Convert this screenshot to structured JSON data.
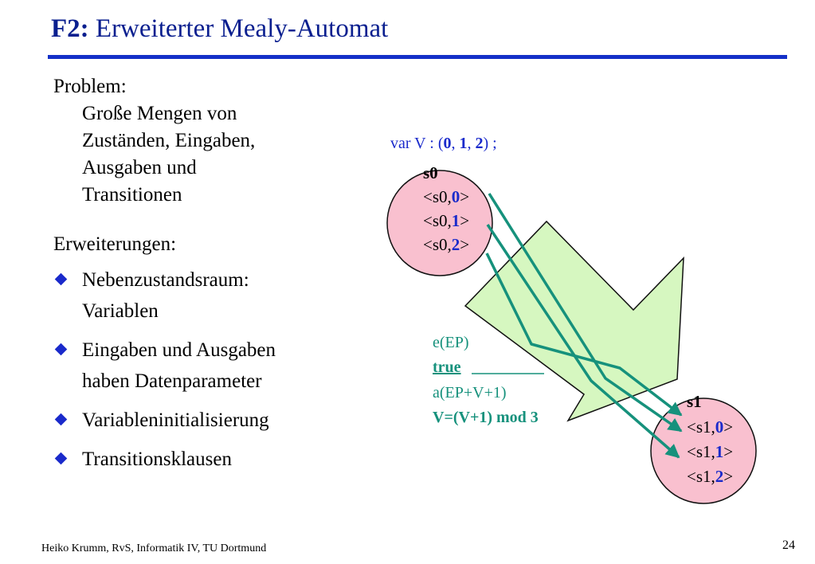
{
  "slide": {
    "title_bold": "F2:",
    "title_rest": " Erweiterter Mealy-Automat",
    "footer": "Heiko Krumm, RvS, Informatik IV, TU Dortmund",
    "page_number": "24"
  },
  "left": {
    "problem_heading": "Problem:",
    "problem_lines": [
      "Große Mengen von",
      "Zuständen, Eingaben,",
      "Ausgaben und",
      "Transitionen"
    ],
    "extensions_heading": "Erweiterungen:",
    "bullets": [
      [
        "Nebenzustandsraum:",
        "Variablen"
      ],
      [
        "Eingaben und Ausgaben",
        "haben Datenparameter"
      ],
      [
        "Variableninitialisierung"
      ],
      [
        "Transitionsklausen"
      ]
    ]
  },
  "diagram": {
    "var_decl": {
      "prefix": "var  V : (",
      "v0": "0",
      "sep1": ", ",
      "v1": "1",
      "sep2": ", ",
      "v2": "2",
      "suffix": ") ;"
    },
    "state_s0": {
      "name": "s0",
      "items": [
        {
          "pre": "<s0,",
          "val": "0",
          "post": ">"
        },
        {
          "pre": "<s0,",
          "val": "1",
          "post": ">"
        },
        {
          "pre": "<s0,",
          "val": "2",
          "post": ">"
        }
      ]
    },
    "state_s1": {
      "name": "s1",
      "items": [
        {
          "pre": "<s1,",
          "val": "0",
          "post": ">"
        },
        {
          "pre": "<s1,",
          "val": "1",
          "post": ">"
        },
        {
          "pre": "<s1,",
          "val": "2",
          "post": ">"
        }
      ]
    },
    "transition": {
      "input": "e(EP)",
      "guard": "true",
      "output": "a(EP+V+1)",
      "assignment": "V=(V+1) mod 3"
    }
  },
  "colors": {
    "title": "#0a1f8f",
    "rule": "#1430c8",
    "value_blue": "#1a2acb",
    "teal": "#16917c",
    "state_fill": "#f9c0cf",
    "arrow_fill": "#d6f7c0"
  }
}
